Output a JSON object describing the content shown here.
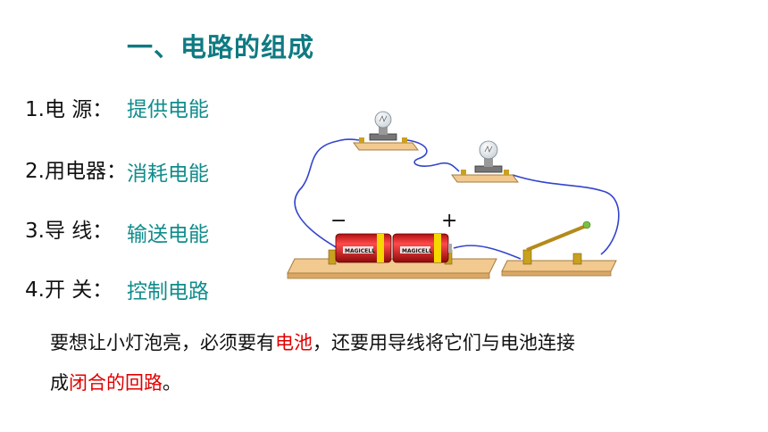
{
  "title": "一、电路的组成",
  "items": [
    {
      "label": "1.电  源：",
      "value": "提供电能"
    },
    {
      "label": "2.用电器：",
      "value": "消耗电能"
    },
    {
      "label": "3.导  线：",
      "value": "输送电能"
    },
    {
      "label": "4.开  关：",
      "value": "控制电路"
    }
  ],
  "paragraph": {
    "line1_a": "要想让小灯泡亮，必须要有",
    "line1_hl": "电池",
    "line1_b": "，还要用导线将它们与电池连接",
    "line2_a": "成",
    "line2_hl": "闭合的回路",
    "line2_b": "。"
  },
  "circuit": {
    "minus_sign": "−",
    "plus_sign": "+",
    "battery_label": "MAGICELL",
    "colors": {
      "wire": "#3344cc",
      "board": "#f2c98e",
      "battery": "#d81e1e",
      "band": "#f4d800"
    }
  }
}
